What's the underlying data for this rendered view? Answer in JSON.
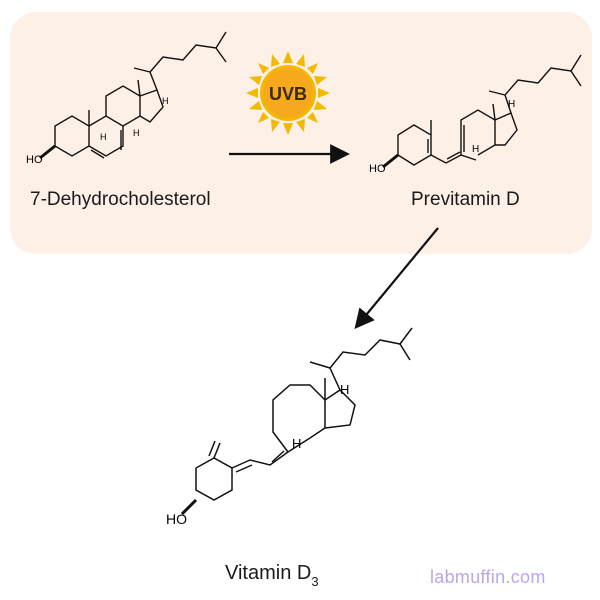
{
  "process": {
    "starting_compound": "7-Dehydrocholesterol",
    "intermediate": "Previtamin D",
    "product_name": "Vitamin D",
    "product_subscript": "3",
    "trigger": "UVB"
  },
  "atom_labels": {
    "hydroxyl": "HO",
    "hydrogen": "H"
  },
  "colors": {
    "panel_bg": "#fdf0e6",
    "sun_outer": "#f5b800",
    "sun_inner": "#f6a91c",
    "sun_text": "#3a2a00",
    "watermark": "#b9a6e6",
    "bond": "#111111"
  },
  "watermark": "labmuffin.com"
}
